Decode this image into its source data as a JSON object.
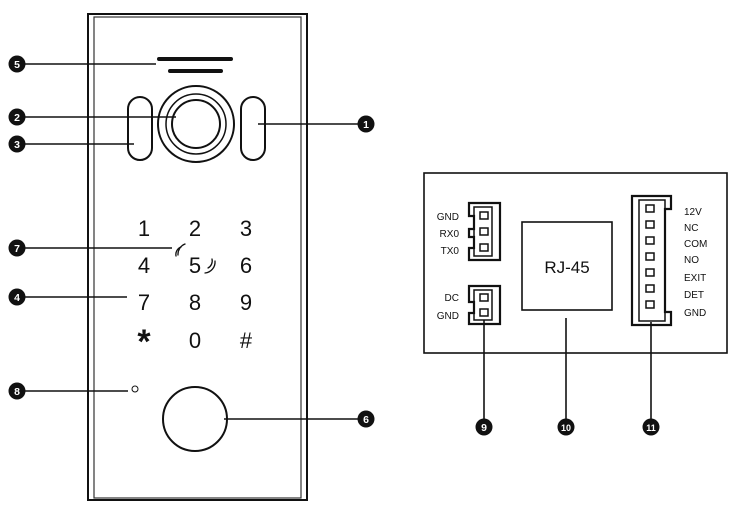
{
  "keypad": {
    "keys": [
      "1",
      "2",
      "3",
      "4",
      "5",
      "6",
      "7",
      "8",
      "9",
      "*",
      "0",
      "#"
    ]
  },
  "callouts": {
    "c1": "1",
    "c2": "2",
    "c3": "3",
    "c4": "4",
    "c5": "5",
    "c6": "6",
    "c7": "7",
    "c8": "8",
    "c9": "9",
    "c10": "10",
    "c11": "11"
  },
  "connector_left_top": {
    "pins": [
      "GND",
      "RX0",
      "TX0"
    ]
  },
  "connector_left_bottom": {
    "pins": [
      "DC",
      "GND"
    ]
  },
  "rj45": {
    "label": "RJ-45"
  },
  "connector_right": {
    "pins": [
      "12V",
      "NC",
      "COM",
      "NO",
      "EXIT",
      "DET",
      "GND"
    ]
  }
}
